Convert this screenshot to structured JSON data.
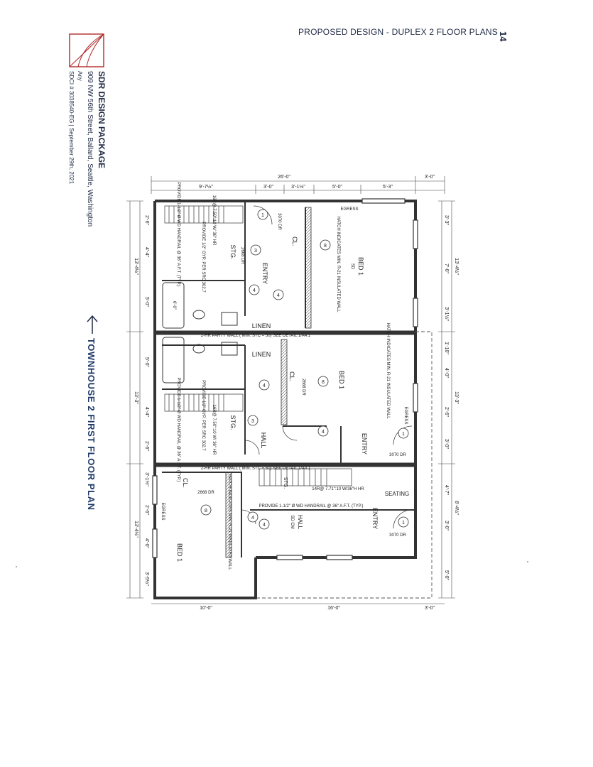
{
  "header": {
    "title": "PROPOSED DESIGN - DUPLEX 2 FLOOR PLANS",
    "page_number": "14"
  },
  "title_block": {
    "firm": "SDR DESIGN PACKAGE",
    "address": "909 NW 56th Street, Ballard, Seattle, Washington",
    "line3": "Any",
    "line4": "SDCI # 3038540-EG | September 29th, 2021"
  },
  "plan": {
    "title": "TOWNHOUSE 2 FIRST FLOOR PLAN",
    "dims_top": [
      "26'-0\"",
      "9'-7½\"",
      "3'-0\"",
      "3'-1½\"",
      "5'-0\"",
      "5'-3\"",
      "3'-0\""
    ],
    "dims_bottom": [
      "10'-0\"",
      "16'-0\"",
      "3'-0\""
    ],
    "dims_left": [
      "2'-6\"",
      "4'-4\"",
      "5'-0\"",
      "13'-4½\"",
      "5'-0\"",
      "4'-4\"",
      "2'-6\"",
      "13'-3\"",
      "3'-1½\"",
      "2'-6\"",
      "4'-0\"",
      "13'-4½\"",
      "3'-5½\""
    ],
    "dims_right": [
      "3'-3\"",
      "7'-0\"",
      "3'-1½\"",
      "13'-4½\"",
      "1'-10\"",
      "4'-0\"",
      "2'-6\"",
      "3'-0\"",
      "13'-3\"",
      "4'-7\"",
      "3'-0\"",
      "8'-4½\"",
      "5'-0\""
    ],
    "rooms": {
      "bed1_a": "BED 1",
      "bed1_b": "BED 1",
      "bed1_c": "BED 1",
      "sd": "SD",
      "sd_cm": "SD CM",
      "entry_a": "ENTRY",
      "entry_b": "ENTRY",
      "entry_c": "ENTRY",
      "hall_a": "HALL",
      "hall_b": "HALL",
      "linen_a": "LINEN",
      "linen_b": "LINEN",
      "stg_a": "STG.",
      "stg_b": "STG.",
      "stg_c": "STG.",
      "cl_a": "CL.",
      "cl_b": "CL.",
      "cl_c": "CL.",
      "seating": "SEATING",
      "egress_a": "EGRESS",
      "egress_b": "EGRESS",
      "egress_c": "EGRESS"
    },
    "notes": {
      "hatch_a": "HATCH INDICATES MIN. R-21 INSULATED WALL",
      "hatch_b": "HATCH INDICATES MIN. R-21 INSULATED WALL",
      "hatch_c": "HATCH INDICATES MIN. R-21 INSULATED WALL",
      "party_wall_a": "2-HR PARTY WALL ( MIN. STC = 50) SEE DETAIL 1/A4.1",
      "party_wall_b": "2-HR PARTY WALL ( MIN. STC = 50) SEE DETAIL 1/A4.1",
      "stairs_a": "16R@ 7.50\":10 W/ 36\" HR",
      "stairs_b": "16R@ 7.50\":10 W/ 36\" HR",
      "stairs_c": "14R@ 7.71\":10 W/36\"H HR",
      "handrail_a": "PROVIDE 1-1/2\" Ø WD HANDRAIL @ 36\" A.F.T. (TYP.)",
      "handrail_b": "PROVIDE 1-1/2\" Ø WD HANDRAIL @ 36\" A.F.T. (TYP.)",
      "handrail_c": "PROVIDE 1-1/2\" Ø WD HANDRAIL @ 36\" A.F.T. (TYP.)",
      "gyp_a": "PROVIDE 1/2\" GYP. PER SRC 302.7",
      "gyp_b": "PROVIDE 1/2\" GYP. PER SRC 302.7",
      "door_3070_a": "3070 DR",
      "door_3070_b": "3070 DR",
      "door_3070_c": "3070 DR",
      "door_2668_a": "2668 DR",
      "door_2668_b": "2668 DR",
      "door_2668_c": "2668 DR",
      "tub": "6'-0\""
    },
    "tags": [
      "1",
      "3",
      "4",
      "4",
      "8",
      "4",
      "8",
      "3",
      "4",
      "4",
      "8",
      "4",
      "1",
      "1"
    ]
  }
}
